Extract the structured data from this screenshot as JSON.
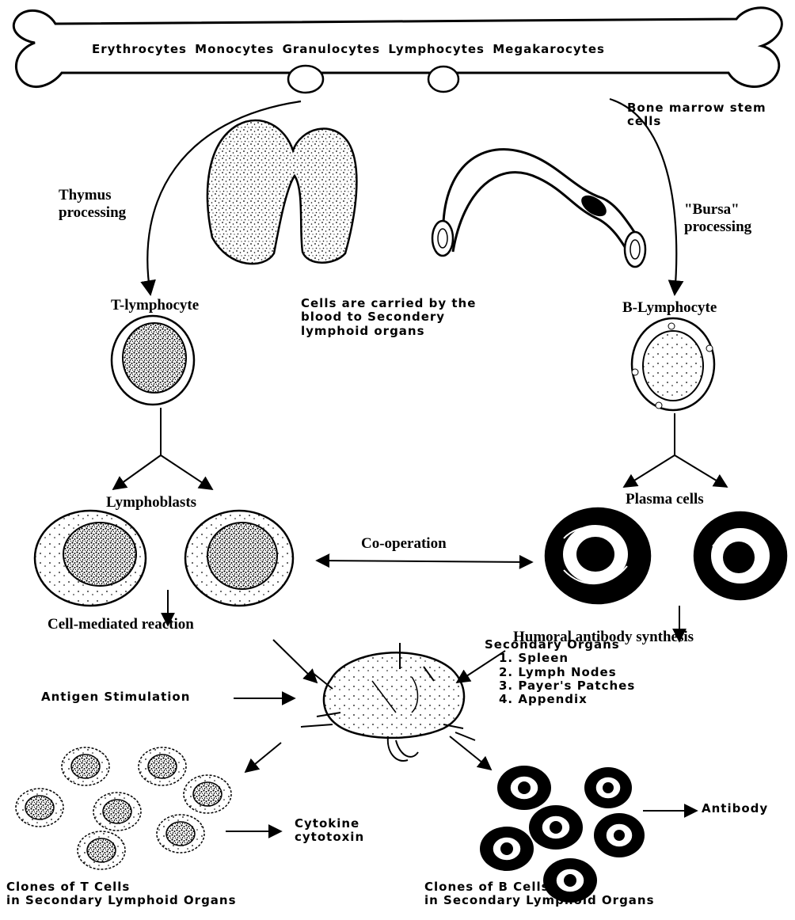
{
  "bone_cells": [
    "Erythrocytes",
    "Monocytes",
    "Granulocytes",
    "Lymphocytes",
    "Megakarocytes"
  ],
  "stem_cells_label": [
    "Bone marrow stem",
    "cells"
  ],
  "thymus_label": [
    "Thymus",
    "processing"
  ],
  "bursa_label": [
    "\"Bursa\"",
    "processing"
  ],
  "t_lymphocyte": "T-lymphocyte",
  "b_lymphocyte": "B-Lymphocyte",
  "carried_note": [
    "Cells are carried by the",
    "blood to Secondery",
    "lymphoid organs"
  ],
  "lymphoblasts": "Lymphoblasts",
  "plasma_cells": "Plasma cells",
  "cooperation": "Co-operation",
  "cell_mediated": "Cell-mediated reaction",
  "humoral": "Humoral antibody synthesis",
  "antigen_stimulation": "Antigen Stimulation",
  "secondary_organs": {
    "title": "Secondary Organs",
    "items": [
      "1. Spleen",
      "2. Lymph Nodes",
      "3. Payer's Patches",
      "4. Appendix"
    ]
  },
  "cytokine": [
    "Cytokine",
    "cytotoxin"
  ],
  "antibody": "Antibody",
  "t_clones": [
    "Clones of T Cells",
    "in Secondary Lymphoid Organs"
  ],
  "b_clones": [
    "Clones of B Cells",
    "in Secondary Lymphoid Organs"
  ]
}
